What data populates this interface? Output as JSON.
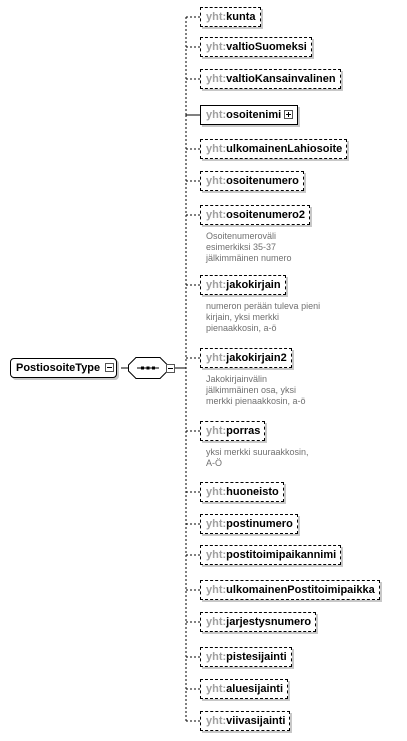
{
  "root": {
    "label": "PostiosoiteType"
  },
  "prefix": "yht:",
  "elements": [
    {
      "name": "kunta",
      "required": false
    },
    {
      "name": "valtioSuomeksi",
      "required": false
    },
    {
      "name": "valtioKansainvalinen",
      "required": false
    },
    {
      "name": "osoitenimi",
      "required": true,
      "expandable": true
    },
    {
      "name": "ulkomainenLahiosoite",
      "required": false
    },
    {
      "name": "osoitenumero",
      "required": false
    },
    {
      "name": "osoitenumero2",
      "required": false,
      "annotation": "Osoitenumeroväli\nesimerkiksi 35-37\njälkimmäinen numero"
    },
    {
      "name": "jakokirjain",
      "required": false,
      "annotation": "numeron perään tuleva pieni\nkirjain, yksi merkki\npienaakkosin, a-ö"
    },
    {
      "name": "jakokirjain2",
      "required": false,
      "annotation": "Jakokirjainvälin\njälkimmäinen osa, yksi\nmerkki pienaakkosin, a-ö"
    },
    {
      "name": "porras",
      "required": false,
      "annotation": "yksi merkki suuraakkosin,\nA-Ö"
    },
    {
      "name": "huoneisto",
      "required": false
    },
    {
      "name": "postinumero",
      "required": false
    },
    {
      "name": "postitoimipaikannimi",
      "required": false
    },
    {
      "name": "ulkomainenPostitoimipaikka",
      "required": false
    },
    {
      "name": "jarjestysnumero",
      "required": false
    },
    {
      "name": "pistesijainti",
      "required": false
    },
    {
      "name": "aluesijainti",
      "required": false
    },
    {
      "name": "viivasijainti",
      "required": false
    }
  ]
}
